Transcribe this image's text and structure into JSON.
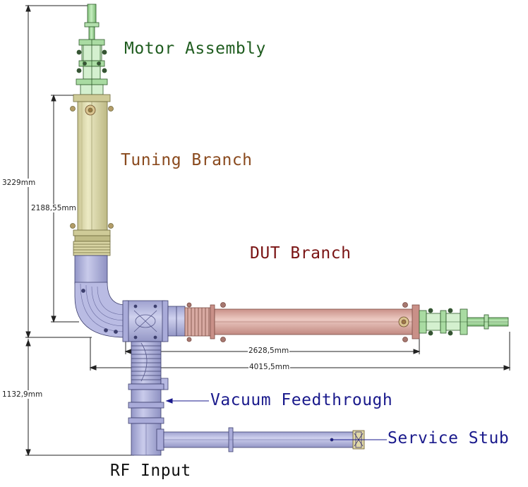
{
  "labels": {
    "motor": "Motor Assembly",
    "tuning": "Tuning Branch",
    "dut": "DUT Branch",
    "vacuum": "Vacuum Feedthrough",
    "service": "Service Stub",
    "rf": "RF Input"
  },
  "dimensions": {
    "overall_height": "3229mm",
    "tuning_length": "2188,55mm",
    "lower_height": "1132,9mm",
    "dut_length": "2628,5mm",
    "overall_width": "4015,5mm"
  },
  "colors": {
    "motor": "#1f5c1f",
    "tuning": "#8a4a1e",
    "dut": "#7a1414",
    "vacuum": "#1a1a8c",
    "service": "#1a1a8c",
    "rf": "#111111",
    "tuning_tube": "#d9d6a6",
    "vertical_tube": "#aeb0d8",
    "dut_tube": "#d7aaa3",
    "motor_parts": "#9fd49a"
  }
}
